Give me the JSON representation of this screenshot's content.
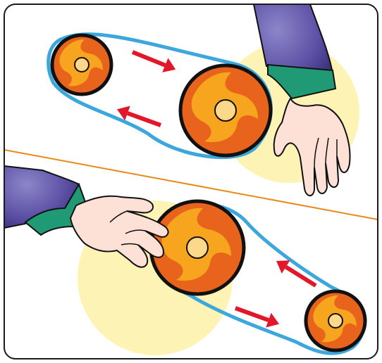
{
  "colors": {
    "frame": "#1a1a1a",
    "divider": "#e8891a",
    "belt": "#3ba7dc",
    "arrow": "#e2172a",
    "pulley_body": "#e8641c",
    "pulley_flame": "#f7a51e",
    "pulley_hub": "#fbd88a",
    "glow": "#fdf3b4",
    "sleeve": "#5a4ea3",
    "cuff": "#1f9a74",
    "skin": "#fde0d6",
    "outline": "#111111"
  },
  "panels": [
    {
      "name": "top",
      "small_pulley": "driven",
      "large_pulley": "driver",
      "upper_belt_arrow": "right",
      "lower_belt_arrow": "left",
      "hand": "right-hand-from-top"
    },
    {
      "name": "bottom",
      "small_pulley": "driven",
      "large_pulley": "driver",
      "upper_belt_arrow": "up-left",
      "lower_belt_arrow": "down-right",
      "hand": "left-hand-from-left"
    }
  ],
  "icons": {
    "arrow": "arrow-icon",
    "pulley": "pulley-icon",
    "hand": "hand-icon"
  }
}
